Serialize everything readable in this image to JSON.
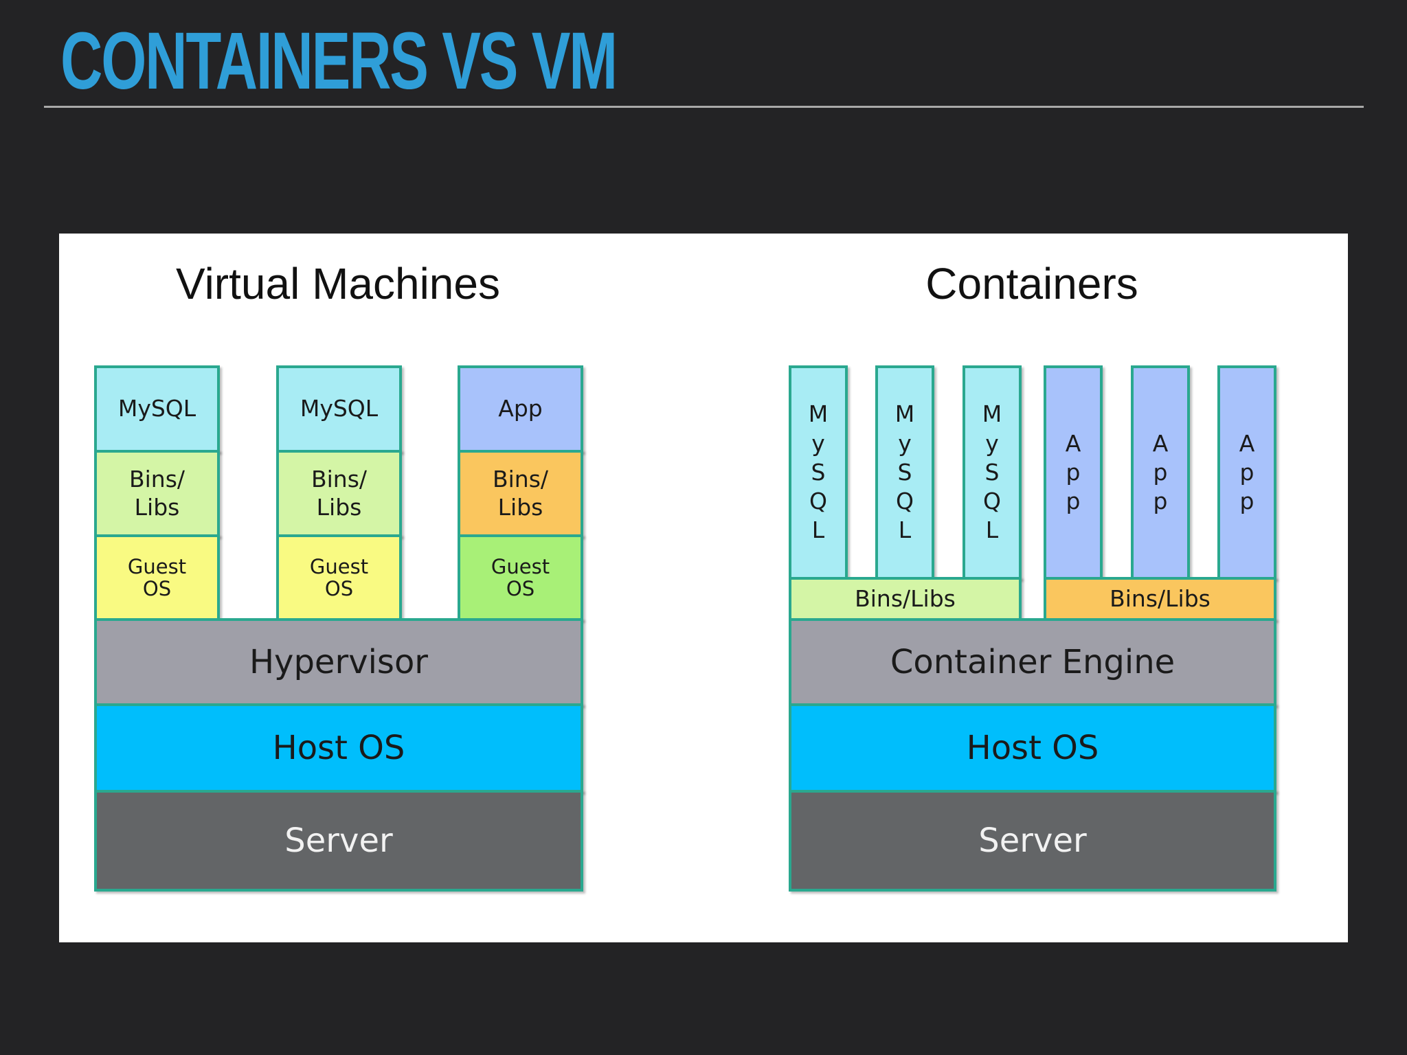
{
  "slide": {
    "title": "CONTAINERS VS VM"
  },
  "vm": {
    "title": "Virtual Machines",
    "stacks": [
      {
        "app": "MySQL",
        "libs": "Bins/\nLibs",
        "os": "Guest\nOS"
      },
      {
        "app": "MySQL",
        "libs": "Bins/\nLibs",
        "os": "Guest\nOS"
      },
      {
        "app": "App",
        "libs": "Bins/\nLibs",
        "os": "Guest\nOS"
      }
    ],
    "hypervisor": "Hypervisor",
    "host_os": "Host OS",
    "server": "Server"
  },
  "containers": {
    "title": "Containers",
    "apps": [
      "M\ny\nS\nQ\nL",
      "M\ny\nS\nQ\nL",
      "M\ny\nS\nQ\nL",
      "A\np\np",
      "A\np\np",
      "A\np\np"
    ],
    "libs_left": "Bins/Libs",
    "libs_right": "Bins/Libs",
    "engine": "Container Engine",
    "host_os": "Host OS",
    "server": "Server"
  },
  "colors": {
    "title_blue": "#2f9ed8",
    "border_teal": "#2aa88f",
    "mysql": "#a8ecf4",
    "bins_libs_green": "#d4f5a6",
    "guest_os_yellow": "#f9fa82",
    "app_blue": "#a8c2fb",
    "bins_libs_orange": "#fac65e",
    "guest_os_green": "#a8f077",
    "hypervisor_gray": "#9f9fa8",
    "host_os_cyan": "#00befc",
    "server_dark": "#636567"
  }
}
